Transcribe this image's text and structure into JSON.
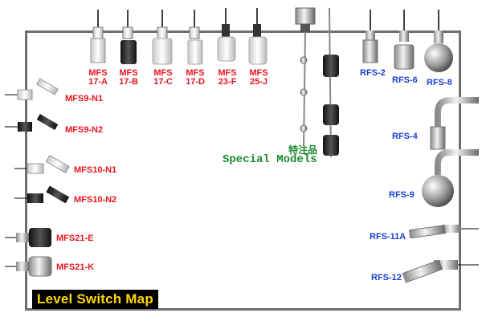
{
  "map_title": "Level Switch Map",
  "special": {
    "title_cjk": "特注品",
    "title_en": "Special Models"
  },
  "top_models": [
    {
      "line1": "MFS",
      "line2": "17-A"
    },
    {
      "line1": "MFS",
      "line2": "17-B"
    },
    {
      "line1": "MFS",
      "line2": "17-C"
    },
    {
      "line1": "MFS",
      "line2": "17-D"
    },
    {
      "line1": "MFS",
      "line2": "23-F"
    },
    {
      "line1": "MFS",
      "line2": "25-J"
    }
  ],
  "left_models": [
    "MFS9-N1",
    "MFS9-N2",
    "MFS10-N1",
    "MFS10-N2",
    "MFS21-E",
    "MFS21-K"
  ],
  "right_top_models": [
    "RFS-2",
    "RFS-6",
    "RFS-8"
  ],
  "right_models": [
    "RFS-4",
    "RFS-9",
    "RFS-11A",
    "RFS-12"
  ],
  "colors": {
    "mfs_label": "#e8141c",
    "rfs_label": "#1a3fd4",
    "special_label": "#1a8a2e",
    "title_bg": "#000000",
    "title_text": "#ffd700",
    "border": "#6e6e6e"
  }
}
